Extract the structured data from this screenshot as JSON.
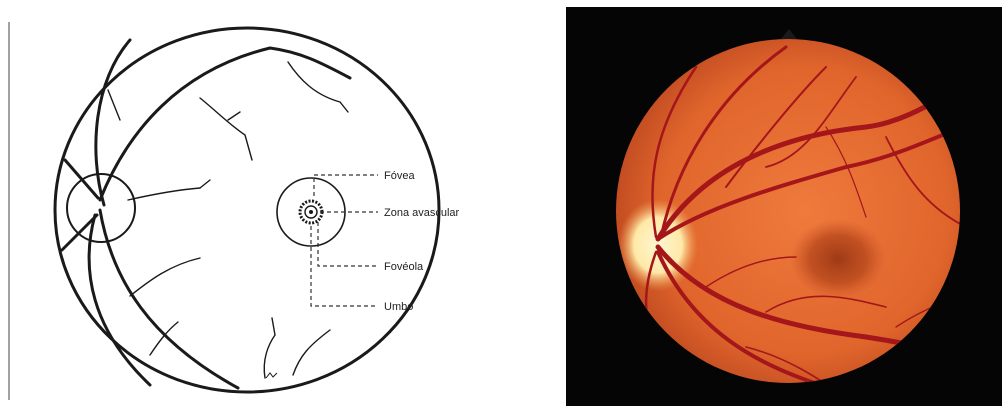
{
  "diagram": {
    "labels": {
      "fovea": "Fóvea",
      "zona_avascular": "Zona avascular",
      "foveola": "Fovéola",
      "umbo": "Umbo"
    },
    "colors": {
      "line": "#1a1a1a",
      "background": "#ffffff"
    }
  },
  "photo": {
    "colors": {
      "fundus": "#e0652c",
      "vessel": "#a4161a",
      "optic_disc": "#ffe9a8",
      "macula": "#b24319",
      "background": "#050505"
    }
  }
}
